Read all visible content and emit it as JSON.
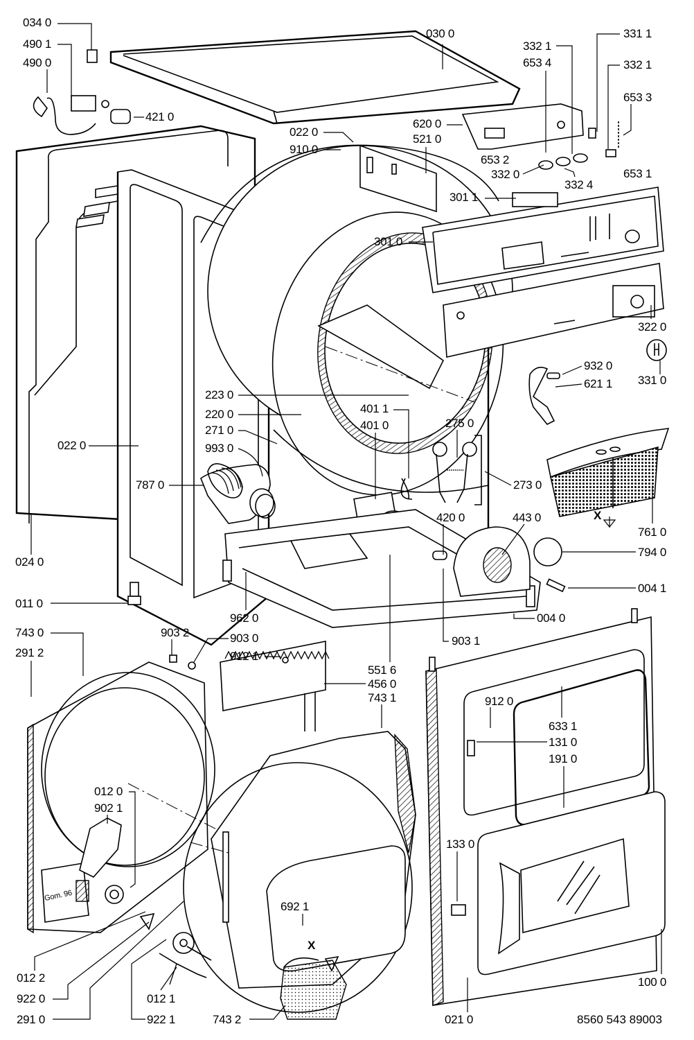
{
  "diagram": {
    "title": "Tumble dryer exploded parts view",
    "drawing_number": "8560 543 89003",
    "panel_text": "Gom. 96",
    "markers": [
      "X",
      "X",
      "X"
    ],
    "labels": {
      "p0340": "034 0",
      "p4901": "490 1",
      "p4900": "490 0",
      "p4210": "421 0",
      "p0300": "030 0",
      "p3321a": "332 1",
      "p6534": "653 4",
      "p3311": "331 1",
      "p3321b": "332 1",
      "p6533": "653 3",
      "p0220a": "022 0",
      "p9100": "910 0",
      "p6200": "620 0",
      "p5210": "521 0",
      "p6532": "653 2",
      "p3320": "332 0",
      "p3324": "332 4",
      "p6531": "653 1",
      "p3011": "301 1",
      "p3010": "301 0",
      "p3220": "322 0",
      "p3310": "331 0",
      "p9320": "932 0",
      "p6211": "621 1",
      "p2230": "223 0",
      "p2200": "220 0",
      "p2710": "271 0",
      "p9930": "993 0",
      "p0220b": "022 0",
      "p7870": "787 0",
      "p4011": "401 1",
      "p4010": "401 0",
      "p2750": "275 0",
      "p2730": "273 0",
      "p7610": "761 0",
      "p4200": "420 0",
      "p4430": "443 0",
      "p7940": "794 0",
      "p0240": "024 0",
      "p0041": "004 1",
      "p0110": "011 0",
      "p9620": "962 0",
      "p0040": "004 0",
      "p7430": "743 0",
      "p9032": "903 2",
      "p9030": "903 0",
      "p9031": "903 1",
      "p2912": "291 2",
      "p9121": "912 1",
      "p5516": "551 6",
      "p4560": "456 0",
      "p7431": "743 1",
      "p9120": "912 0",
      "p6331": "633 1",
      "p1310": "131 0",
      "p1910": "191 0",
      "p0120": "012 0",
      "p9021": "902 1",
      "p1330": "133 0",
      "p6921": "692 1",
      "p0122": "012 2",
      "p9220": "922 0",
      "p0121": "012 1",
      "p2910": "291 0",
      "p9221": "922 1",
      "p7432": "743 2",
      "p0210": "021 0",
      "p1000": "100 0"
    }
  }
}
